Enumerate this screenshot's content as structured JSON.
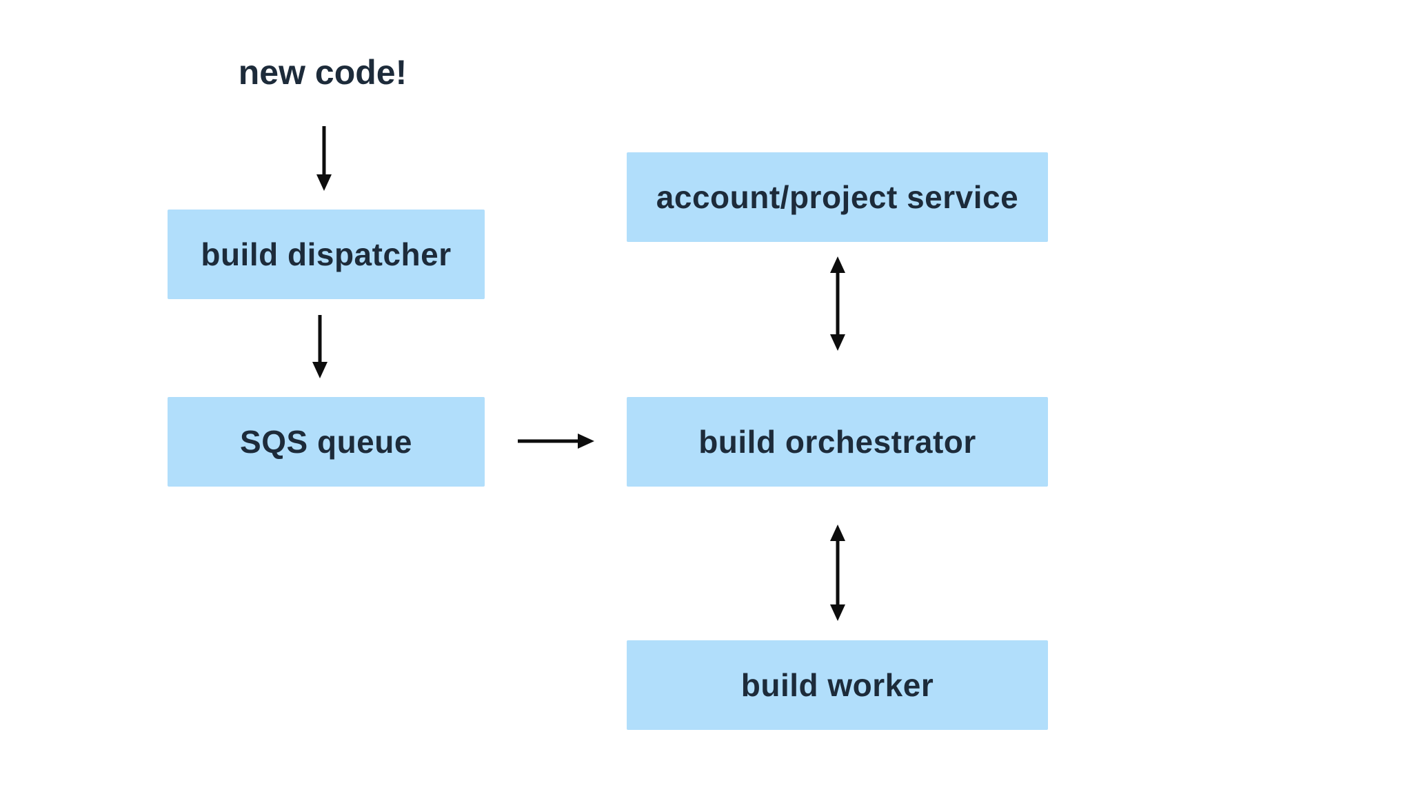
{
  "diagram": {
    "type": "flowchart",
    "colors": {
      "background": "#ffffff",
      "box_fill": "#b1defb",
      "label_text": "#1d2b3a",
      "arrow": "#0d0d0d"
    },
    "nodes": {
      "new_code": {
        "label": "new code!"
      },
      "build_dispatcher": {
        "label": "build dispatcher"
      },
      "sqs_queue": {
        "label": "SQS queue"
      },
      "account_project_service": {
        "label": "account/project service"
      },
      "build_orchestrator": {
        "label": "build orchestrator"
      },
      "build_worker": {
        "label": "build worker"
      }
    },
    "edges": [
      {
        "from": "new code!",
        "to": "build dispatcher",
        "direction": "down",
        "heads": "single"
      },
      {
        "from": "build dispatcher",
        "to": "SQS queue",
        "direction": "down",
        "heads": "single"
      },
      {
        "from": "SQS queue",
        "to": "build orchestrator",
        "direction": "right",
        "heads": "single"
      },
      {
        "from": "build orchestrator",
        "to": "account/project service",
        "direction": "vertical",
        "heads": "double"
      },
      {
        "from": "build orchestrator",
        "to": "build worker",
        "direction": "vertical",
        "heads": "double"
      }
    ]
  }
}
